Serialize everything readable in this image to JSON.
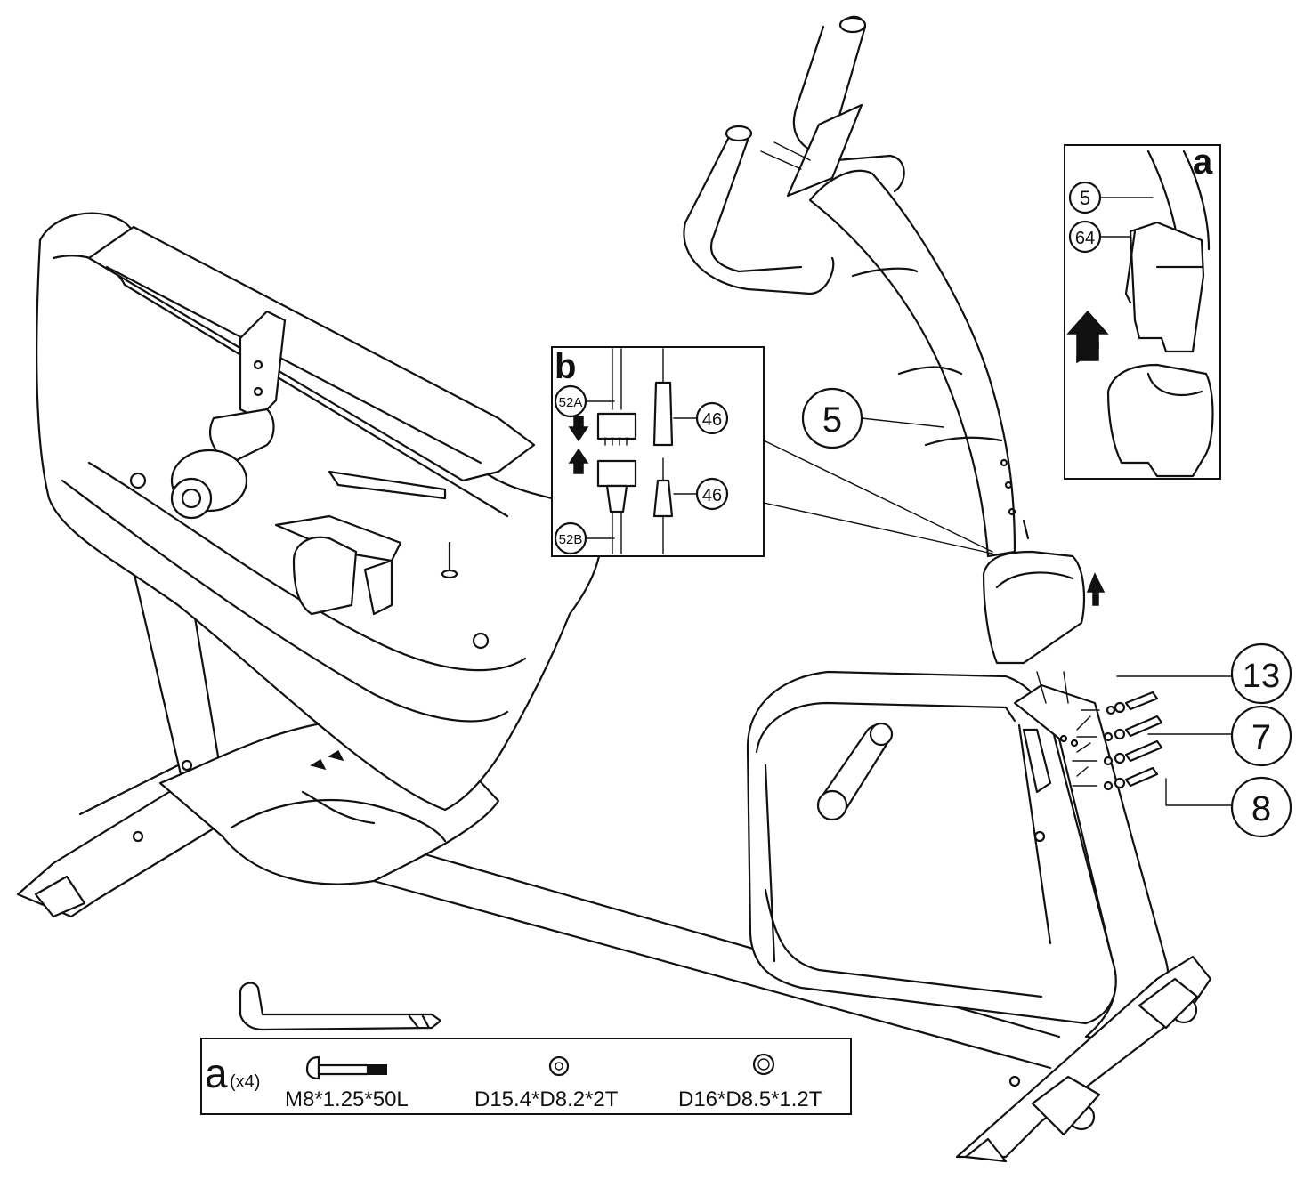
{
  "callouts": {
    "part_5": "5",
    "part_13": "13",
    "part_7": "7",
    "part_8": "8"
  },
  "detail_a": {
    "letter": "a",
    "label_5": "5",
    "label_64": "64"
  },
  "detail_b": {
    "letter": "b",
    "label_52a": "52A",
    "label_52b": "52B",
    "label_46_top": "46",
    "label_46_bottom": "46"
  },
  "hardware": {
    "letter": "a",
    "quantity": "(x4)",
    "bolt_spec": "M8*1.25*50L",
    "washer1_spec": "D15.4*D8.2*2T",
    "washer2_spec": "D16*D8.5*1.2T"
  }
}
